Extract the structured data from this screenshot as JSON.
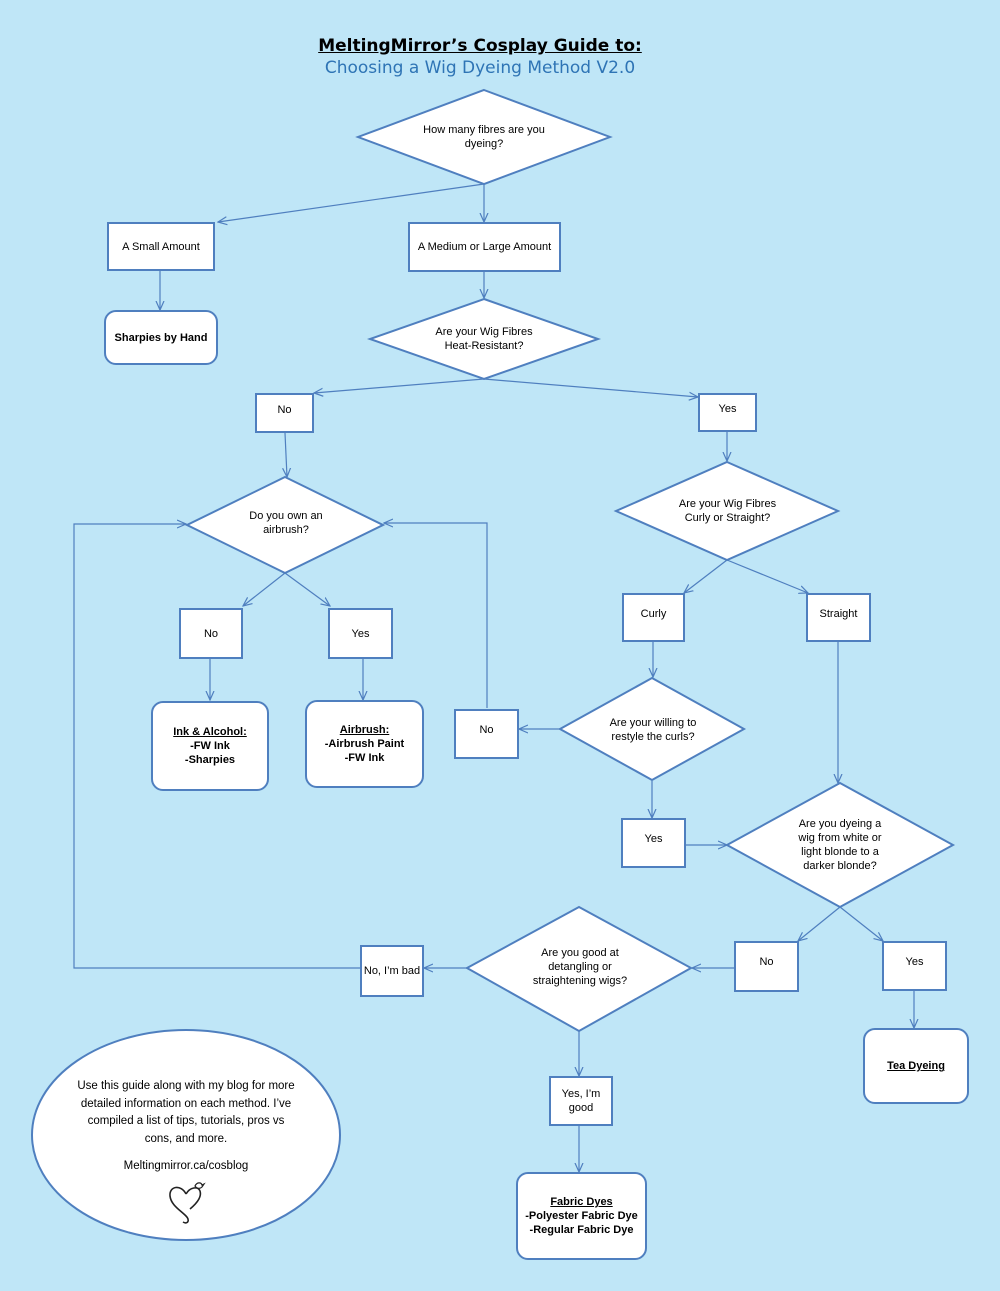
{
  "title": "MeltingMirror’s Cosplay Guide to:",
  "subtitle": "Choosing a Wig Dyeing Method V2.0",
  "nodes": {
    "q_fibres": "How many fibres are you dyeing?",
    "small": "A Small Amount",
    "medium": "A Medium or Large Amount",
    "sharpies_hand": "Sharpies by Hand",
    "q_heat": "Are your Wig Fibres Heat-Resistant?",
    "heat_no": "No",
    "heat_yes": "Yes",
    "q_airbrush": "Do you own an airbrush?",
    "air_no": "No",
    "air_yes": "Yes",
    "ink_title": "Ink & Alcohol:",
    "ink_1": "-FW Ink",
    "ink_2": "-Sharpies",
    "airbrush_title": "Airbrush:",
    "airbrush_1": "-Airbrush Paint",
    "airbrush_2": "-FW Ink",
    "q_curly": "Are your Wig Fibres Curly or Straight?",
    "curly": "Curly",
    "straight": "Straight",
    "q_restyle": "Are your willing to restyle the curls?",
    "restyle_no": "No",
    "restyle_yes": "Yes",
    "q_white": "Are you dyeing a wig from white or light blonde to a darker blonde?",
    "white_no": "No",
    "white_yes": "Yes",
    "tea": "Tea Dyeing",
    "q_detangle": "Are you good at detangling or straightening wigs?",
    "bad": "No, I’m bad",
    "good": "Yes, I’m good",
    "fabric_title": "Fabric Dyes",
    "fabric_1": "-Polyester Fabric Dye",
    "fabric_2": "-Regular Fabric Dye"
  },
  "info": {
    "text": "Use this guide along with my blog for more detailed information on each method. I’ve compiled a list of tips, tutorials, pros vs cons, and more.",
    "link": "Meltingmirror.ca/cosblog",
    "logo_icon": "heart-logo-icon"
  },
  "colors": {
    "background": "#bfe6f7",
    "stroke": "#4f7fbf",
    "subtitle": "#2e74b5"
  }
}
